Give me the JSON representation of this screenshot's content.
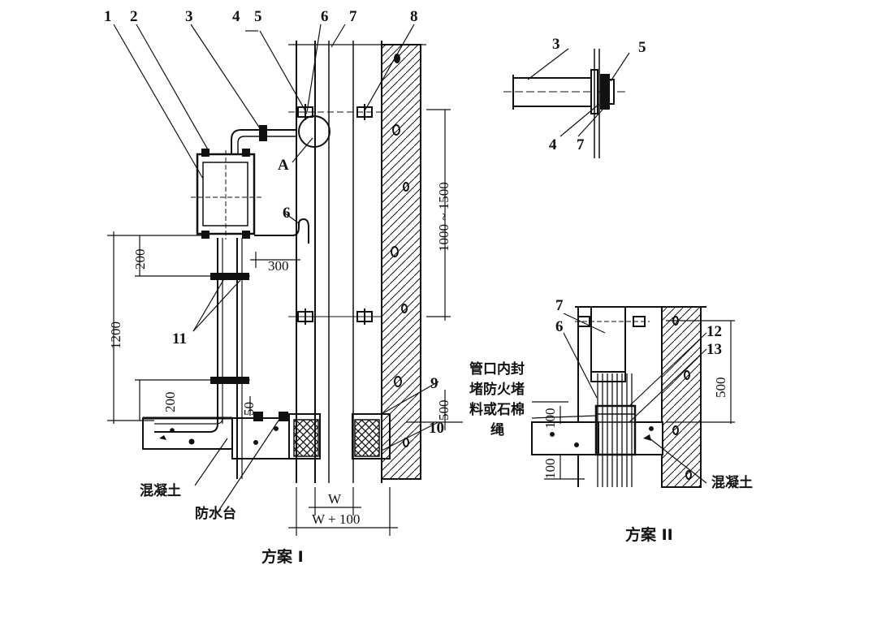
{
  "scheme1": {
    "title": "方案 I",
    "callouts": [
      "1",
      "2",
      "3",
      "4",
      "5",
      "6",
      "7",
      "8"
    ],
    "label_A": "A",
    "label_6b": "6",
    "label_9": "9",
    "label_10": "10",
    "label_11": "11",
    "dims": {
      "d200_top": "200",
      "d300": "300",
      "d1200": "1200",
      "d200_bot": "200",
      "d50": "50",
      "d1000_1500": "1000 ~ 1500",
      "d500": "500",
      "dW": "W",
      "dW100": "W + 100"
    },
    "notes": {
      "concrete": "混凝土",
      "waterproof": "防水台"
    }
  },
  "detailA": {
    "labels": [
      "3",
      "5",
      "4",
      "7"
    ]
  },
  "scheme2": {
    "title": "方案 II",
    "labels": {
      "l7": "7",
      "l6": "6",
      "l12": "12",
      "l13": "13"
    },
    "dims": {
      "d500": "500",
      "d100a": "100",
      "d100b": "100"
    },
    "note_lines": [
      "管口内封",
      "堵防火堵",
      "料或石棉",
      "绳"
    ],
    "concrete": "混凝土"
  }
}
